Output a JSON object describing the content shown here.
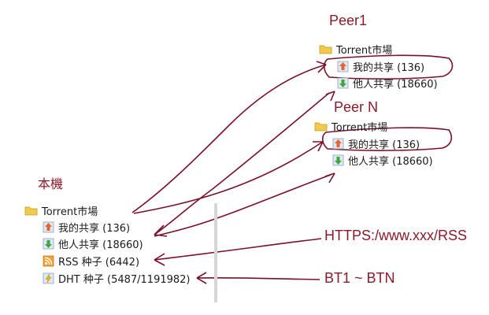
{
  "labels": {
    "peer1": "Peer1",
    "peer_n": "Peer N",
    "local": "本機",
    "https_source": "HTTPS:/www.xxx/RSS",
    "bt_source": "BT1 ~ BTN"
  },
  "peer1_tree": {
    "folder": "Torrent市場",
    "items": [
      "我的共享 (136)",
      "他人共享 (18660)"
    ]
  },
  "peern_tree": {
    "folder": "Torrent市場",
    "items": [
      "我的共享 (136)",
      "他人共享 (18660)"
    ]
  },
  "local_tree": {
    "folder": "Torrent市場",
    "items": [
      "我的共享 (136)",
      "他人共享 (18660)",
      "RSS 种子 (6442)",
      "DHT 种子 (5487/1191982)"
    ]
  },
  "icons": {
    "folder": "folder-icon",
    "my_share": "upload-share-icon",
    "others_share": "download-share-icon",
    "rss": "rss-feed-icon",
    "dht": "dht-bolt-icon"
  },
  "colors": {
    "ink": "#7a1028",
    "label": "#8b1a2a",
    "folder": "#f2c94c",
    "upload": "#e8622a",
    "download": "#3aa83a"
  }
}
